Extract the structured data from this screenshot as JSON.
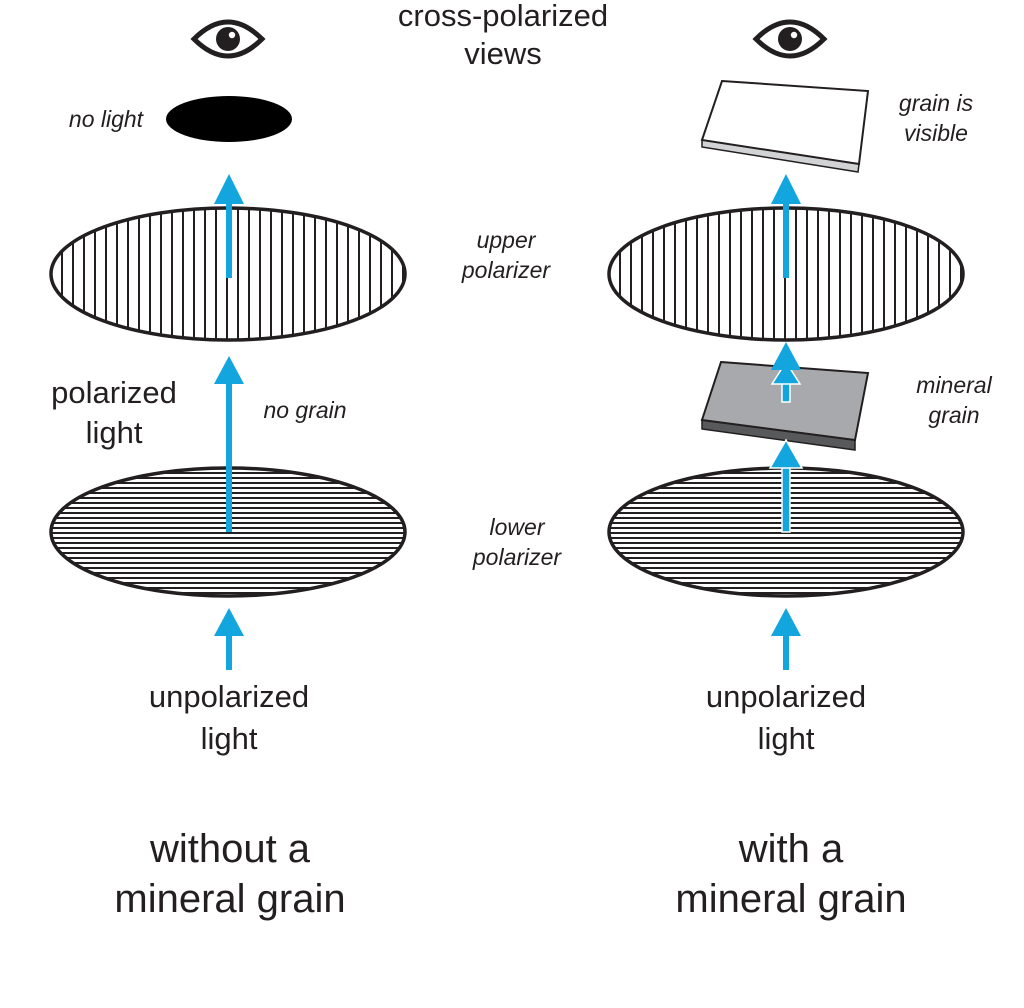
{
  "header": {
    "line1": "cross-polarized",
    "line2": "views"
  },
  "left_panel": {
    "observation_label": "no light",
    "polarized_light_line1": "polarized",
    "polarized_light_line2": "light",
    "no_grain_label": "no grain",
    "source_line1": "unpolarized",
    "source_line2": "light",
    "caption_line1": "without a",
    "caption_line2": "mineral grain"
  },
  "center_labels": {
    "upper_line1": "upper",
    "upper_line2": "polarizer",
    "lower_line1": "lower",
    "lower_line2": "polarizer"
  },
  "right_panel": {
    "observation_line1": "grain is",
    "observation_line2": "visible",
    "grain_line1": "mineral",
    "grain_line2": "grain",
    "source_line1": "unpolarized",
    "source_line2": "light",
    "caption_line1": "with a",
    "caption_line2": "mineral grain"
  },
  "colors": {
    "arrow": "#13a5de",
    "outline": "#231f20",
    "grain": "#a7a9ac",
    "grain_edge": "#58595b",
    "grain_view": "#ffffff",
    "grain_view_edge": "#d1d3d4"
  },
  "icons": [
    "eye-icon",
    "eye-icon",
    "dark-view-ellipse",
    "upper-polarizer-ellipse",
    "lower-polarizer-ellipse",
    "mineral-grain-block",
    "visible-grain-block"
  ]
}
